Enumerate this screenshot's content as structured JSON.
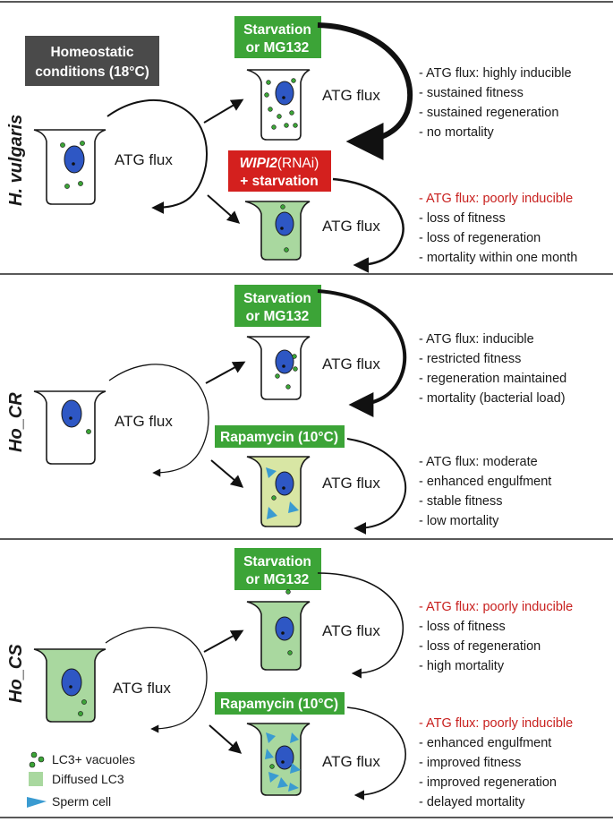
{
  "homeostatic": {
    "line1": "Homeostatic",
    "line2": "conditions (18°C)"
  },
  "legend": {
    "vacuoles": "LC3+ vacuoles",
    "diffused": "Diffused LC3",
    "sperm": "Sperm cell"
  },
  "flux_label": "ATG flux",
  "colors": {
    "green_tag": "#3ca437",
    "red_tag": "#d4201e",
    "dark_tag": "#4a4a4a",
    "cell_green": "#a9d89f",
    "cell_yellow": "#d8e6a4",
    "nucleus": "#2e57c4",
    "sperm": "#3a9bd1",
    "red_text": "#c8201e"
  },
  "panels": [
    {
      "species": "H. vulgaris",
      "top_tag": {
        "line1": "Starvation",
        "line2": "or MG132"
      },
      "top_notes": [
        "- ATG flux: highly inducible",
        "- sustained fitness",
        "- sustained regeneration",
        "- no mortality"
      ],
      "bottom_tag": {
        "line1_italic": "WIPI2",
        "line1_rest": "(RNAi)",
        "line2": "+ starvation"
      },
      "bottom_notes": [
        "- ATG flux: poorly inducible",
        "- loss of fitness",
        "- loss of regeneration",
        "- mortality within one month"
      ]
    },
    {
      "species": "Ho_CR",
      "top_tag": {
        "line1": "Starvation",
        "line2": "or MG132"
      },
      "top_notes": [
        "- ATG flux: inducible",
        "- restricted fitness",
        "- regeneration maintained",
        "- mortality (bacterial load)"
      ],
      "bottom_tag": {
        "line1": "Rapamycin (10°C)"
      },
      "bottom_notes": [
        "- ATG flux: moderate",
        "- enhanced engulfment",
        "- stable fitness",
        "- low mortality"
      ]
    },
    {
      "species": "Ho_CS",
      "top_tag": {
        "line1": "Starvation",
        "line2": "or MG132"
      },
      "top_notes": [
        "- ATG flux: poorly inducible",
        "- loss of fitness",
        "- loss of regeneration",
        "- high mortality"
      ],
      "bottom_tag": {
        "line1": "Rapamycin (10°C)"
      },
      "bottom_notes": [
        "- ATG flux: poorly inducible",
        "- enhanced engulfment",
        "- improved fitness",
        "- improved regeneration",
        "- delayed mortality"
      ]
    }
  ]
}
